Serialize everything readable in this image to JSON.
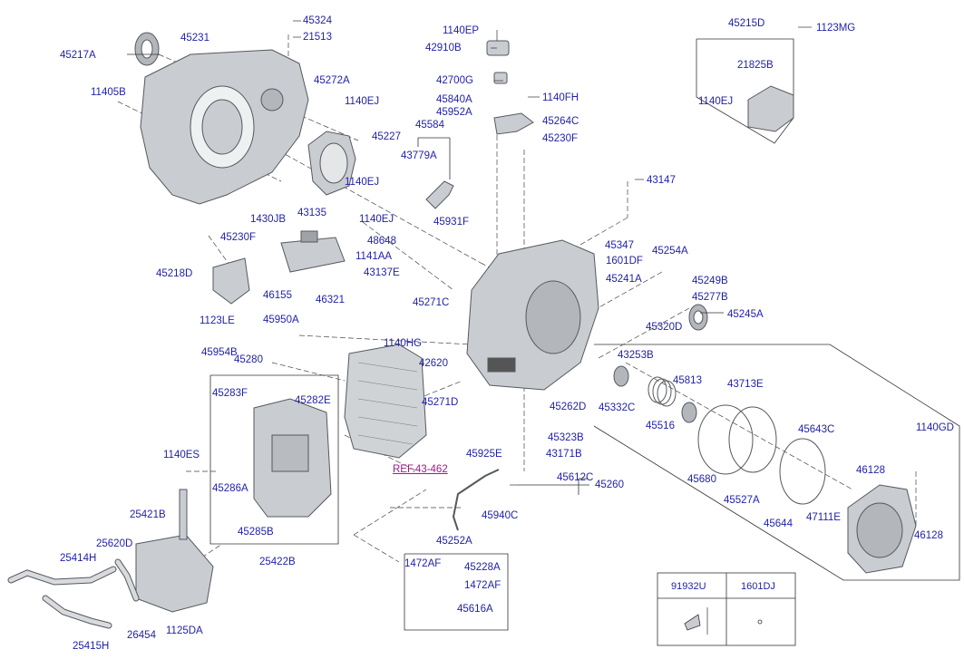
{
  "parts": [
    {
      "id": "p45324",
      "label": "45324"
    },
    {
      "id": "p21513",
      "label": "21513"
    },
    {
      "id": "p45231",
      "label": "45231"
    },
    {
      "id": "p45217A",
      "label": "45217A"
    },
    {
      "id": "p11405B",
      "label": "11405B"
    },
    {
      "id": "p45272A",
      "label": "45272A"
    },
    {
      "id": "p1140EJ_a",
      "label": "1140EJ"
    },
    {
      "id": "p45227",
      "label": "45227"
    },
    {
      "id": "p1140EJ_b",
      "label": "1140EJ"
    },
    {
      "id": "p43135",
      "label": "43135"
    },
    {
      "id": "p1430JB",
      "label": "1430JB"
    },
    {
      "id": "p1140EJ_c",
      "label": "1140EJ"
    },
    {
      "id": "p45230F_a",
      "label": "45230F"
    },
    {
      "id": "p1140EP",
      "label": "1140EP"
    },
    {
      "id": "p42910B",
      "label": "42910B"
    },
    {
      "id": "p42700G",
      "label": "42700G"
    },
    {
      "id": "p45840A",
      "label": "45840A"
    },
    {
      "id": "p45952A",
      "label": "45952A"
    },
    {
      "id": "p1140FH",
      "label": "1140FH"
    },
    {
      "id": "p45264C",
      "label": "45264C"
    },
    {
      "id": "p45584",
      "label": "45584"
    },
    {
      "id": "p45230F_b",
      "label": "45230F"
    },
    {
      "id": "p43779A",
      "label": "43779A"
    },
    {
      "id": "p45215D",
      "label": "45215D"
    },
    {
      "id": "p1123MG",
      "label": "1123MG"
    },
    {
      "id": "p21825B",
      "label": "21825B"
    },
    {
      "id": "p1140EJ_d",
      "label": "1140EJ"
    },
    {
      "id": "p43147",
      "label": "43147"
    },
    {
      "id": "p45931F",
      "label": "45931F"
    },
    {
      "id": "p48648",
      "label": "48648"
    },
    {
      "id": "p1141AA",
      "label": "1141AA"
    },
    {
      "id": "p43137E",
      "label": "43137E"
    },
    {
      "id": "p45271C",
      "label": "45271C"
    },
    {
      "id": "p45347",
      "label": "45347"
    },
    {
      "id": "p1601DF",
      "label": "1601DF"
    },
    {
      "id": "p45254A",
      "label": "45254A"
    },
    {
      "id": "p45241A",
      "label": "45241A"
    },
    {
      "id": "p45249B",
      "label": "45249B"
    },
    {
      "id": "p45277B",
      "label": "45277B"
    },
    {
      "id": "p45245A",
      "label": "45245A"
    },
    {
      "id": "p45218D",
      "label": "45218D"
    },
    {
      "id": "p46155",
      "label": "46155"
    },
    {
      "id": "p46321",
      "label": "46321"
    },
    {
      "id": "p1123LE",
      "label": "1123LE"
    },
    {
      "id": "p45950A",
      "label": "45950A"
    },
    {
      "id": "p45954B",
      "label": "45954B"
    },
    {
      "id": "p45280",
      "label": "45280"
    },
    {
      "id": "p1140HG",
      "label": "1140HG"
    },
    {
      "id": "p42620",
      "label": "42620"
    },
    {
      "id": "p45320D",
      "label": "45320D"
    },
    {
      "id": "p43253B",
      "label": "43253B"
    },
    {
      "id": "p45813",
      "label": "45813"
    },
    {
      "id": "p43713E",
      "label": "43713E"
    },
    {
      "id": "p45283F",
      "label": "45283F"
    },
    {
      "id": "p45282E",
      "label": "45282E"
    },
    {
      "id": "p45271D",
      "label": "45271D"
    },
    {
      "id": "p45262D",
      "label": "45262D"
    },
    {
      "id": "p45332C",
      "label": "45332C"
    },
    {
      "id": "p45516",
      "label": "45516"
    },
    {
      "id": "p45323B",
      "label": "45323B"
    },
    {
      "id": "p43171B",
      "label": "43171B"
    },
    {
      "id": "p45643C",
      "label": "45643C"
    },
    {
      "id": "p1140GD",
      "label": "1140GD"
    },
    {
      "id": "p1140ES",
      "label": "1140ES"
    },
    {
      "id": "pREF",
      "label": "REF.43-462",
      "ref": true
    },
    {
      "id": "p45925E",
      "label": "45925E"
    },
    {
      "id": "p46128_a",
      "label": "46128"
    },
    {
      "id": "p45612C",
      "label": "45612C"
    },
    {
      "id": "p45260",
      "label": "45260"
    },
    {
      "id": "p45680",
      "label": "45680"
    },
    {
      "id": "p45286A",
      "label": "45286A"
    },
    {
      "id": "p45527A",
      "label": "45527A"
    },
    {
      "id": "p25421B",
      "label": "25421B"
    },
    {
      "id": "p45285B",
      "label": "45285B"
    },
    {
      "id": "p45940C",
      "label": "45940C"
    },
    {
      "id": "p45644",
      "label": "45644"
    },
    {
      "id": "p47111E",
      "label": "47111E"
    },
    {
      "id": "p46128_b",
      "label": "46128"
    },
    {
      "id": "p25620D",
      "label": "25620D"
    },
    {
      "id": "p45252A",
      "label": "45252A"
    },
    {
      "id": "p25414H",
      "label": "25414H"
    },
    {
      "id": "p25422B",
      "label": "25422B"
    },
    {
      "id": "p1472AF_a",
      "label": "1472AF"
    },
    {
      "id": "p45228A",
      "label": "45228A"
    },
    {
      "id": "p1472AF_b",
      "label": "1472AF"
    },
    {
      "id": "p26454",
      "label": "26454"
    },
    {
      "id": "p1125DA",
      "label": "1125DA"
    },
    {
      "id": "p25415H",
      "label": "25415H"
    },
    {
      "id": "p45616A",
      "label": "45616A"
    }
  ],
  "legend_table": {
    "headers": [
      "91932U",
      "1601DJ"
    ]
  },
  "colors": {
    "label_blue": "#1f1fa8",
    "ref_magenta": "#a01a8c",
    "part_fill": "#c9ccd0",
    "part_stroke": "#55595e"
  }
}
